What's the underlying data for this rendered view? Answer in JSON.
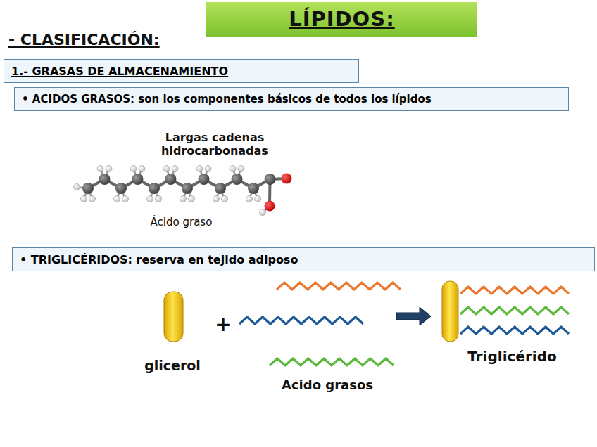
{
  "diagram": {
    "title": "LÍPIDOS:",
    "nodes": [
      {
        "text": [
          "1.- GRASAS DE ALMACENAMIENTO"
        ]
      },
      {
        "text": [
          "• ACIDOS GRASOS: son los componentes básicos de todos los lípidos"
        ]
      },
      {
        "text": [
          "• TRIGLICÉRIDOS: reserva en tejido adiposo"
        ]
      }
    ],
    "labels": [
      "- CLASIFICACIÓN:",
      "Largas cadenas hidrocarbonadas",
      "Ácido graso",
      "glicerol",
      "+",
      "Acido grasos",
      "Triglicérido"
    ]
  }
}
